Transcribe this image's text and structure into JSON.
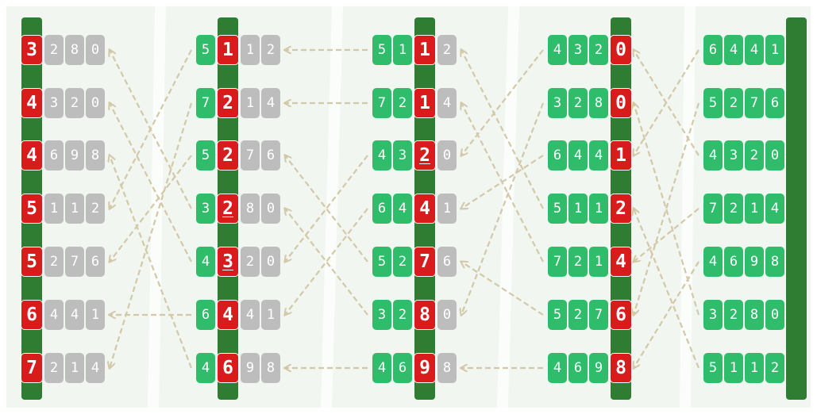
{
  "title": "",
  "colors": {
    "background": "#f1f6f1",
    "band": "#f6f9f6",
    "bucket_bar": "#2e7d32",
    "key_digit": "#d81c1c",
    "sorted_digit": "#2fbd6b",
    "unsorted_digit": "#bdbdbd",
    "arrow": "#d3c8a8"
  },
  "diagram": {
    "type": "radix-sort-passes",
    "key_position_per_pass": [
      0,
      1,
      2,
      3
    ],
    "columns": [
      {
        "rows": [
          "3280",
          "4320",
          "4698",
          "5112",
          "5276",
          "6441",
          "7214"
        ]
      },
      {
        "rows": [
          "5112",
          "7214",
          "5276",
          "3280",
          "4320",
          "6441",
          "4698"
        ]
      },
      {
        "rows": [
          "5112",
          "7214",
          "4320",
          "6441",
          "5276",
          "3280",
          "4698"
        ]
      },
      {
        "rows": [
          "4320",
          "3280",
          "6441",
          "5112",
          "7214",
          "5276",
          "4698"
        ]
      },
      {
        "rows": [
          "6441",
          "5276",
          "4320",
          "7214",
          "4698",
          "3280",
          "5112"
        ]
      }
    ],
    "underlined_keys": [
      {
        "col": 1,
        "row": 3
      },
      {
        "col": 1,
        "row": 4
      },
      {
        "col": 2,
        "row": 2
      }
    ]
  }
}
